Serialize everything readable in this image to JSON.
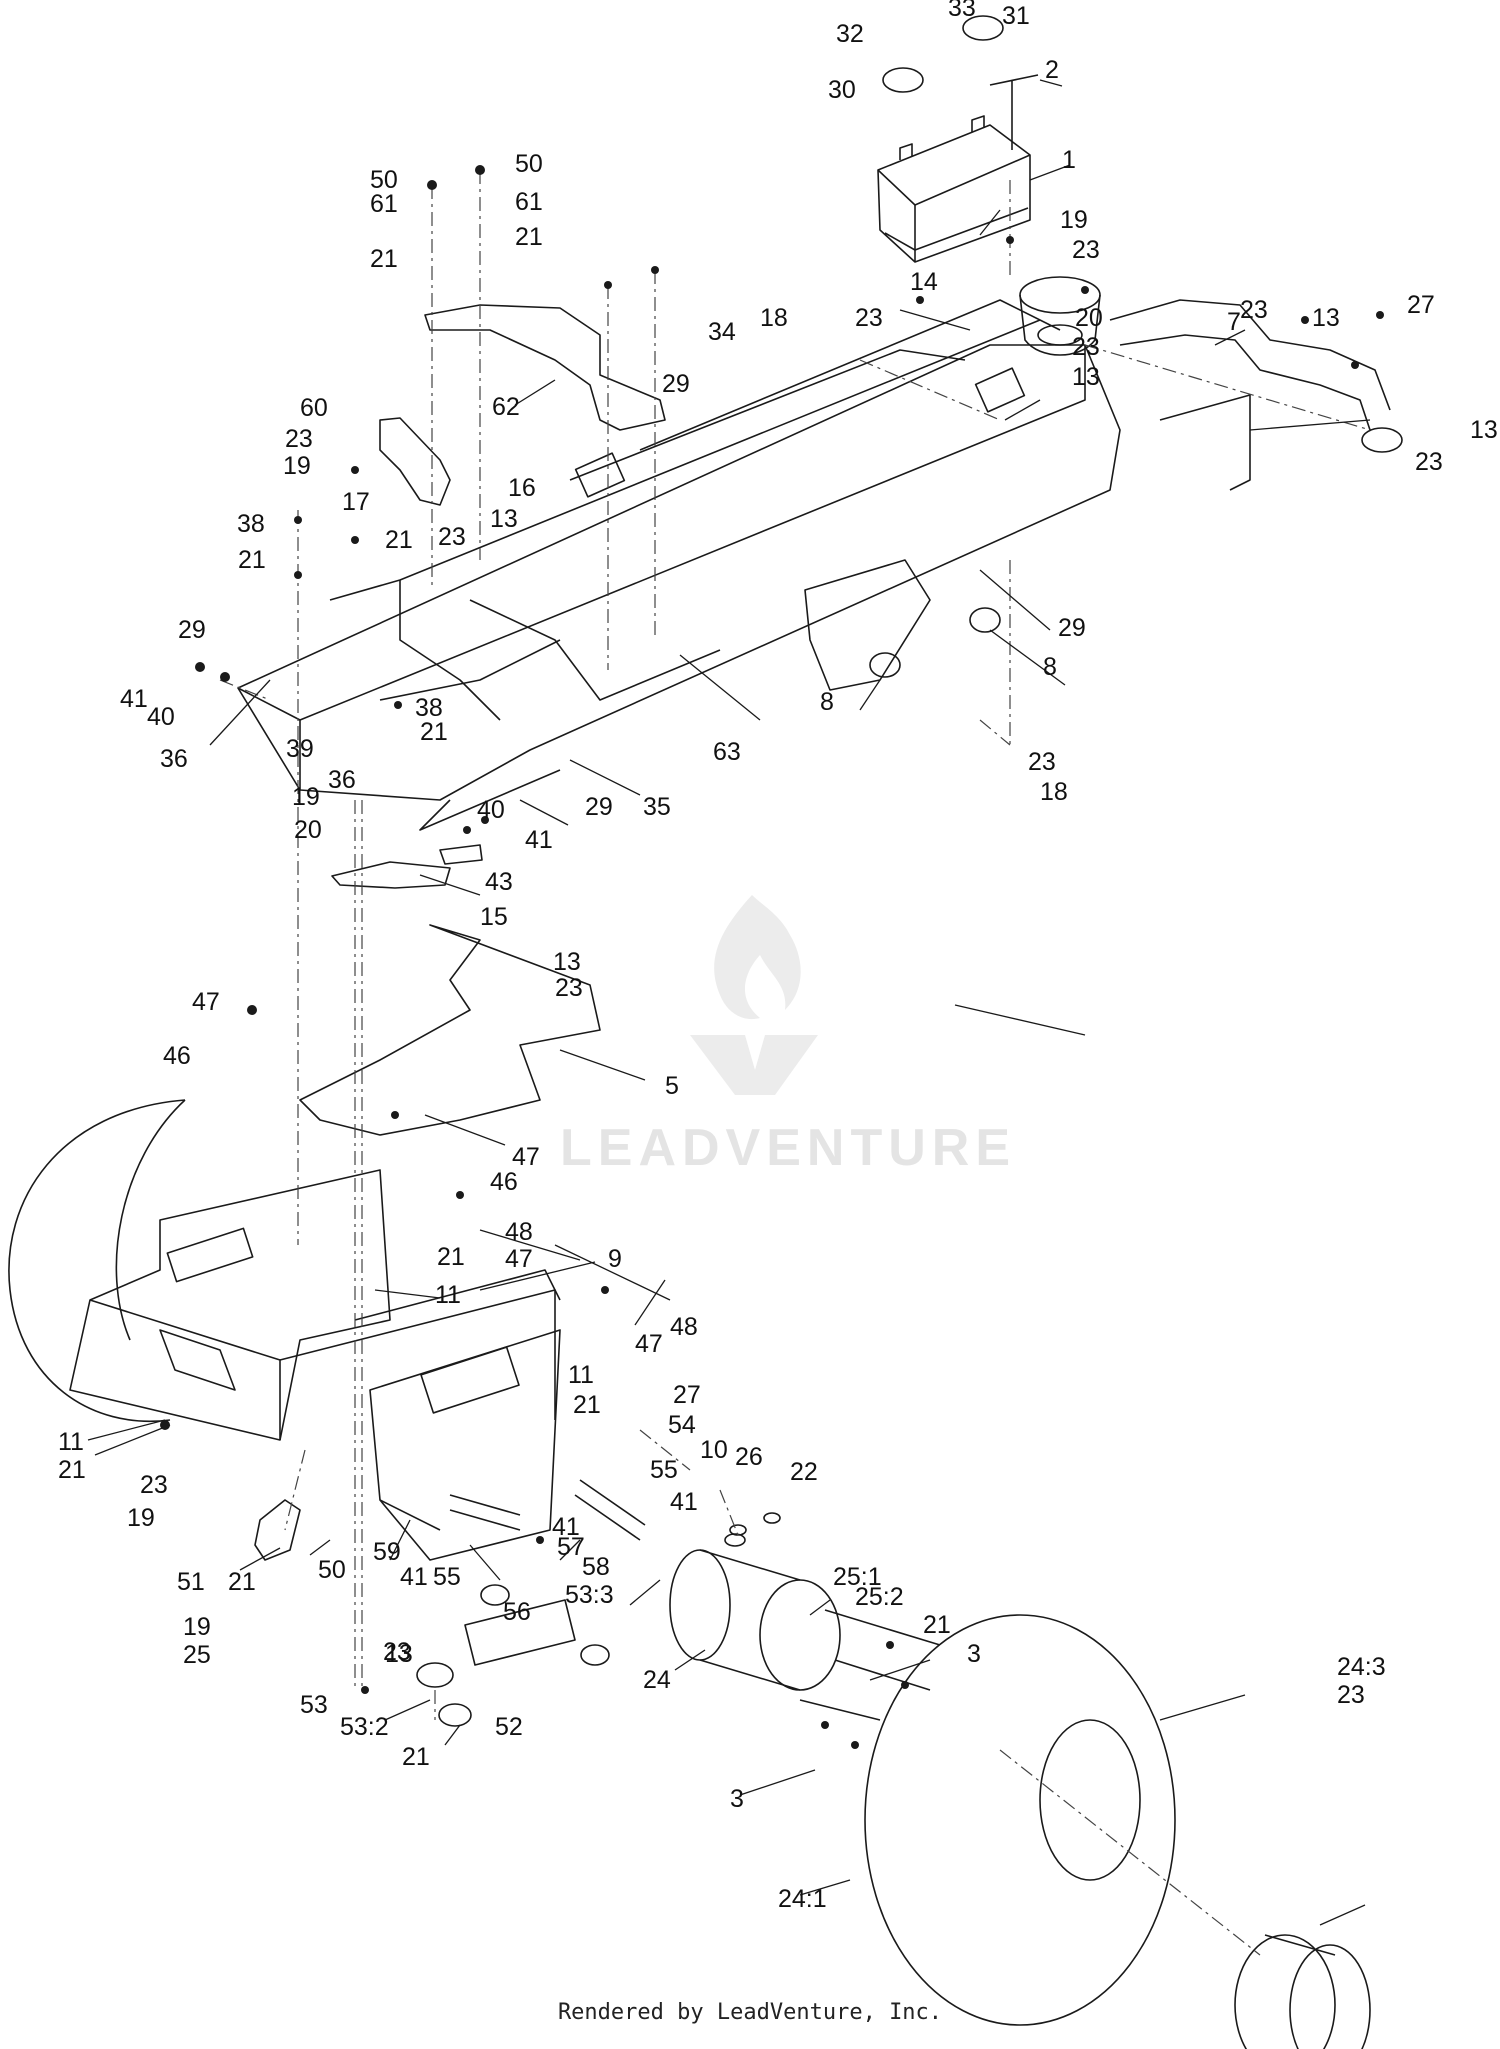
{
  "footer": {
    "text": "Rendered by LeadVenture, Inc."
  },
  "watermark": {
    "text": "LEADVENTURE",
    "color": "#e4e4e4"
  },
  "colors": {
    "line": "#1a1a1a",
    "background": "#ffffff"
  },
  "callouts": [
    "33",
    "31",
    "32",
    "30",
    "2",
    "1",
    "50",
    "50",
    "61",
    "61",
    "21",
    "21",
    "19",
    "23",
    "14",
    "18",
    "23",
    "34",
    "7",
    "13",
    "23",
    "27",
    "20",
    "23",
    "13",
    "13",
    "23",
    "62",
    "29",
    "60",
    "23",
    "19",
    "16",
    "17",
    "21",
    "38",
    "21",
    "23",
    "13",
    "29",
    "29",
    "8",
    "8",
    "41",
    "40",
    "36",
    "39",
    "38",
    "21",
    "36",
    "63",
    "23",
    "18",
    "19",
    "20",
    "29",
    "35",
    "40",
    "41",
    "43",
    "15",
    "13",
    "23",
    "47",
    "46",
    "5",
    "47",
    "46",
    "48",
    "47",
    "21",
    "11",
    "9",
    "48",
    "47",
    "11",
    "21",
    "27",
    "54",
    "11",
    "21",
    "23",
    "19",
    "10",
    "26",
    "22",
    "55",
    "41",
    "59",
    "51",
    "21",
    "50",
    "41",
    "55",
    "41",
    "57",
    "58",
    "53:3",
    "25:1",
    "25:2",
    "21",
    "3",
    "56",
    "23",
    "19",
    "25",
    "24",
    "24:3",
    "23",
    "13",
    "53",
    "53:2",
    "52",
    "21",
    "3",
    "24:1"
  ]
}
